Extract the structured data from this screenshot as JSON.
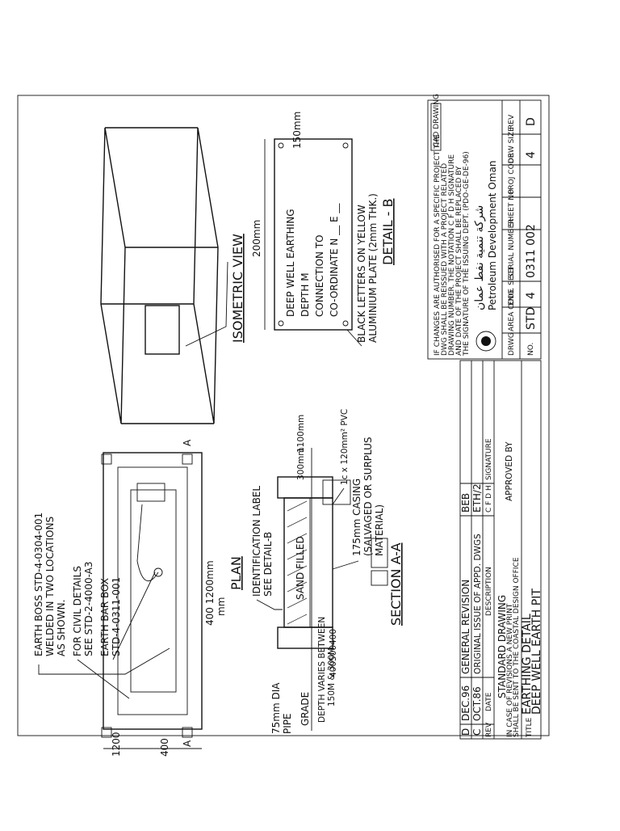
{
  "plan": {
    "note_boss": [
      "EARTH BOSS STD-4-0304-001",
      "WELDED IN TWO LOCATIONS",
      "AS SHOWN."
    ],
    "note_civil": [
      "FOR CIVIL DETAILS",
      "SEE STD-2-4000-A3"
    ],
    "note_bar": [
      "EARTH BAR BOX",
      "STD-4-0311-001"
    ],
    "dim_bottom": "400 1200mm",
    "dim_bottom_unit": "mm",
    "dim_left_a": "1200",
    "dim_left_b": "400",
    "title": "PLAN",
    "section_marker": "A"
  },
  "isometric": {
    "title": "ISOMETRIC VIEW"
  },
  "detail_b": {
    "plate_lines": [
      "DEEP WELL EARTHING",
      "DEPTH M",
      "CONNECTION TO",
      "CO-ORDINATE N __ E __"
    ],
    "dim_width": "200mm",
    "dim_height": "150mm",
    "note": [
      "BLACK LETTERS ON YELLOW",
      "ALUMINIUM PLATE (2mm THK.)"
    ],
    "title": "DETAIL - B"
  },
  "section": {
    "label_id": [
      "IDENTIFICATION LABEL",
      "SEE DETAIL-B"
    ],
    "pipe": [
      "75mm DIA",
      "PIPE"
    ],
    "grade": "GRADE",
    "depth": [
      "DEPTH VARIES BETWEEN",
      "150M & 300M"
    ],
    "dims_left": [
      "400",
      "500",
      "400"
    ],
    "dim_300": "300mm",
    "dim_1100": "1100mm",
    "cable": "1c x 120mm² PVC",
    "casing": [
      "175mm CASING",
      "(SALVAGED OR SURPLUS",
      "MATERIAL)"
    ],
    "sand": "SAND FILLED",
    "title": "SECTION A-A"
  },
  "revisions": {
    "rows": [
      {
        "rev": "D",
        "date": "DEC.96",
        "description": "GENERAL REVISION",
        "cfdh": "BEB"
      },
      {
        "rev": "C",
        "date": "OCT.86",
        "description": "ORIGINAL ISSUE OF APPD. DWGS",
        "cfdh": "ETH/2"
      }
    ],
    "headers": {
      "rev": "REV",
      "date": "DATE",
      "description": "DESCRIPTION",
      "cfdh": "C F D H",
      "signature": "SIGNATURE"
    },
    "approved_by": "APPROVED BY",
    "standard_drawing": "STANDARD DRAWING",
    "notice": [
      "IN CASE OF REVISIONS A NEW PRINT",
      "SHALL BE SENT TO THE COASTAL DESIGN OFFICE"
    ],
    "title_label": "TITLE",
    "title": [
      "EARTHING DETAIL",
      "DEEP WELL EARTH PIT"
    ]
  },
  "company": {
    "disclaimer": [
      "IF CHANGES ARE AUTHORISED FOR A SPECIFIC PROJECT THE",
      "DWG SHALL BE REISSUED WITH A PROJECT RELATED",
      "DRAWING NUMBER. THE NOTATION C F D H SIGNATURE",
      "AND DATE OF THE PROJECT SHALL BE REPLACED BY",
      "THE SIGNATURE OF THE ISSUING DEPT. (PDO-GE-DE-96)"
    ],
    "cad_badge": "CAD DRAWING",
    "name_arabic": "شركة تنمية نفط عمان",
    "name": "Petroleum Development Oman",
    "col_headers": [
      "DRWG",
      "AREA CODE",
      "ENG. SECT",
      "SERIAL NUMBER",
      "SHEET NO",
      "PROJ CODE",
      "DRW SIZE",
      "REV"
    ],
    "no_label": "NO.",
    "values": [
      "STD",
      "4",
      "0311 002",
      "",
      "4",
      "D"
    ]
  }
}
